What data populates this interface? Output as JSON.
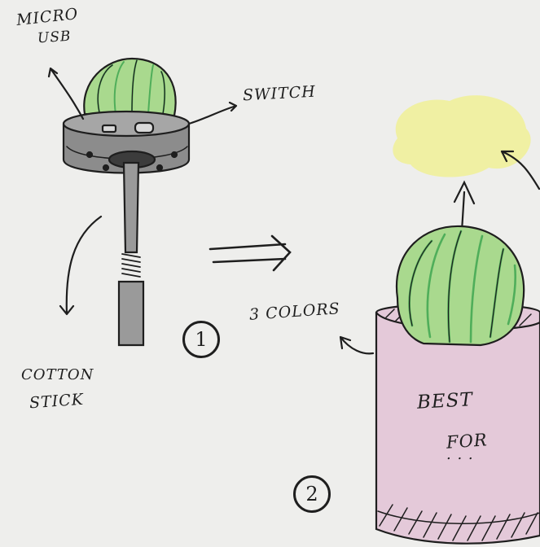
{
  "labels": {
    "micro": "MICRO",
    "usb": "USB",
    "switch": "SWITCH",
    "cotton": "COTTON",
    "stick": "STICK",
    "colors": "3 COLORS",
    "best": "BEST",
    "for": "FOR",
    "dots": ". . ."
  },
  "steps": [
    "1",
    "2"
  ],
  "colors": {
    "paper": "#eeeeec",
    "ink": "#1e1e1e",
    "cactus_green": "#a9d98e",
    "cactus_stripe": "#4fae5a",
    "base_gray": "#8c8c8c",
    "stick_gray": "#9a9a9a",
    "pot_pink": "#e4c9d9",
    "mist_yellow": "#efef9f"
  }
}
